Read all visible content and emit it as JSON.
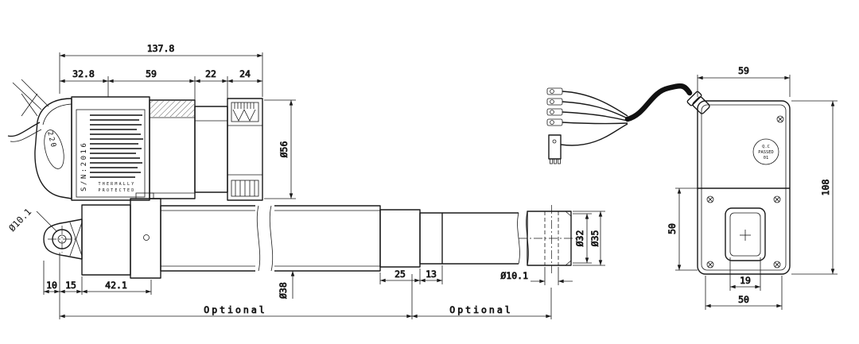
{
  "colors": {
    "line": "#1a1a1a",
    "background": "#ffffff"
  },
  "side_view": {
    "dims": {
      "overall_length": "137.8",
      "segment_1": "32.8",
      "segment_2": "59",
      "segment_3": "22",
      "segment_4": "24",
      "motor_diameter": "Ø56",
      "front_clevis_hole": "Ø10.1",
      "bottom_1": "10",
      "bottom_2": "15",
      "bottom_3": "42.1",
      "tube_diameter": "Ø38",
      "rod_step_1": "25",
      "rod_step_2": "13",
      "rod_diameter": "Ø32",
      "rod_end_diameter": "Ø35",
      "rod_end_hole": "Ø10.1",
      "optional_left": "Optional",
      "optional_right": "Optional"
    },
    "labels": {
      "serial_number": "S/N:2016",
      "voltage": "220",
      "nameplate_line_1": "THERMALLY",
      "nameplate_line_2": "PROTECTED"
    }
  },
  "front_view": {
    "dims": {
      "body_width": "59",
      "body_height": "108",
      "lower_section_height": "50",
      "connector_width": "19",
      "base_width": "50"
    },
    "qc_stamp": {
      "line_1": "Q.C",
      "line_2": "PASSED",
      "line_3": "01"
    }
  }
}
